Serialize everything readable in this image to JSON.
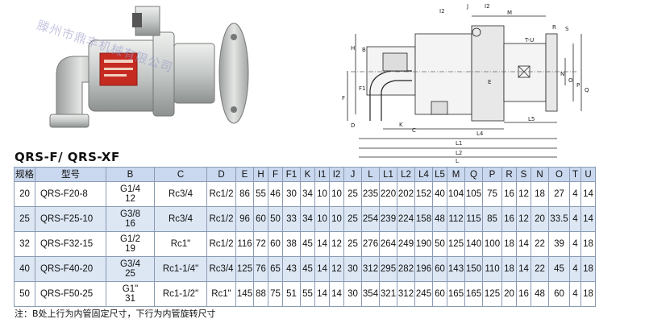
{
  "watermark": "滕州市鼎丰机械有限公司",
  "model_title": "QRS-F/ QRS-XF",
  "drawing_labels": {
    "I2": "I2",
    "J": "J",
    "I2b": "I2",
    "M": "M",
    "H": "H",
    "E": "E",
    "B": "B",
    "F1": "F1",
    "F": "F",
    "D": "D",
    "K": "K",
    "C": "C",
    "L4": "L4",
    "L5": "L5",
    "L1": "L1",
    "L2": "L2",
    "L": "L",
    "S": "S",
    "R": "R",
    "TU": "T-U",
    "N": "N",
    "O": "O",
    "P": "P",
    "Q": "Q"
  },
  "table": {
    "headers": [
      "规格",
      "型号",
      "B",
      "C",
      "D",
      "E",
      "H",
      "F",
      "F1",
      "K",
      "I1",
      "I2",
      "J",
      "L",
      "L1",
      "L2",
      "L4",
      "L5",
      "M",
      "Q",
      "P",
      "R",
      "S",
      "N",
      "O",
      "T",
      "U"
    ],
    "rows": [
      [
        "20",
        "QRS-F20-8",
        "G1/4\n12",
        "Rc3/4",
        "Rc1/2",
        "86",
        "55",
        "46",
        "30",
        "34",
        "10",
        "10",
        "25",
        "235",
        "220",
        "202",
        "152",
        "40",
        "104",
        "105",
        "75",
        "16",
        "12",
        "18",
        "27",
        "4",
        "14"
      ],
      [
        "25",
        "QRS-F25-10",
        "G3/8\n16",
        "Rc3/4",
        "Rc1/2",
        "96",
        "60",
        "50",
        "33",
        "34",
        "10",
        "10",
        "25",
        "254",
        "239",
        "224",
        "158",
        "48",
        "112",
        "115",
        "85",
        "16",
        "12",
        "20",
        "33.5",
        "4",
        "14"
      ],
      [
        "32",
        "QRS-F32-15",
        "G1/2\n19",
        "Rc1\"",
        "Rc1/2",
        "116",
        "72",
        "60",
        "38",
        "45",
        "14",
        "12",
        "25",
        "276",
        "264",
        "249",
        "190",
        "50",
        "125",
        "140",
        "100",
        "18",
        "14",
        "22",
        "39",
        "4",
        "18"
      ],
      [
        "40",
        "QRS-F40-20",
        "G3/4\n25",
        "Rc1-1/4\"",
        "Rc3/4",
        "125",
        "76",
        "65",
        "43",
        "45",
        "14",
        "12",
        "30",
        "312",
        "295",
        "282",
        "196",
        "60",
        "143",
        "150",
        "110",
        "18",
        "14",
        "22",
        "45",
        "4",
        "18"
      ],
      [
        "50",
        "QRS-F50-25",
        "G1\"\n31",
        "Rc1-1/2\"",
        "Rc1\"",
        "145",
        "88",
        "75",
        "51",
        "55",
        "14",
        "14",
        "30",
        "354",
        "321",
        "312",
        "245",
        "60",
        "165",
        "165",
        "125",
        "20",
        "16",
        "48",
        "60",
        "4",
        "18"
      ]
    ]
  },
  "note": "注：B处上行为内管固定尺寸，下行为内管旋转尺寸"
}
